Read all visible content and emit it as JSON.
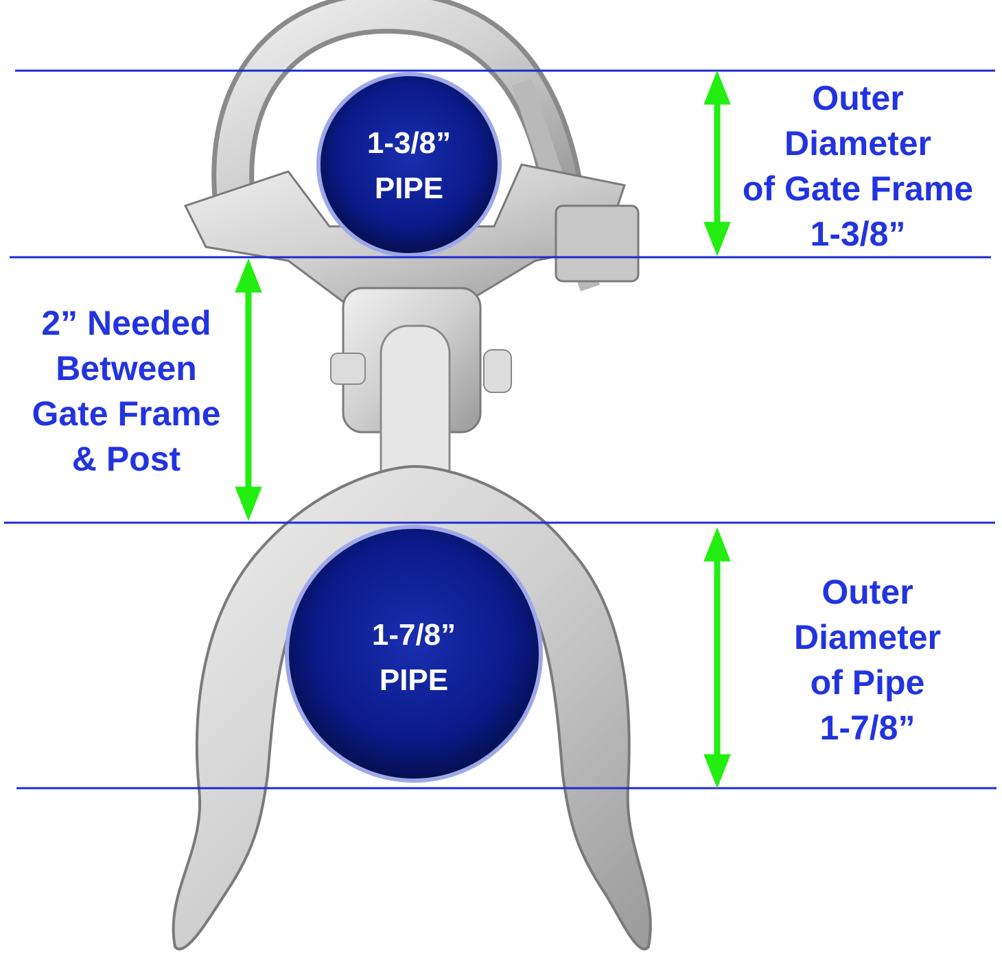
{
  "colors": {
    "guide_line": "#1f2bd0",
    "arrow": "#22ee11",
    "label_text": "#2233e0",
    "pipe_fill": "#0a1a8a",
    "pipe_text": "#ffffff",
    "metal": "#d9d9d9",
    "metal_shadow": "#8a8a8a"
  },
  "top_pipe": {
    "size": "1-3/8”",
    "kind": "PIPE"
  },
  "bottom_pipe": {
    "size": "1-7/8”",
    "kind": "PIPE"
  },
  "gate_frame_label": {
    "line1": "Outer",
    "line2": "Diameter",
    "line3": "of Gate Frame",
    "line4": "1-3/8”"
  },
  "gap_label": {
    "line1": "2” Needed",
    "line2": "Between",
    "line3": "Gate Frame",
    "line4": "& Post"
  },
  "pipe_label": {
    "line1": "Outer",
    "line2": "Diameter",
    "line3": "of Pipe",
    "line4": "1-7/8”"
  },
  "icons": [
    "hinge-photo",
    "double-arrow-icon"
  ]
}
